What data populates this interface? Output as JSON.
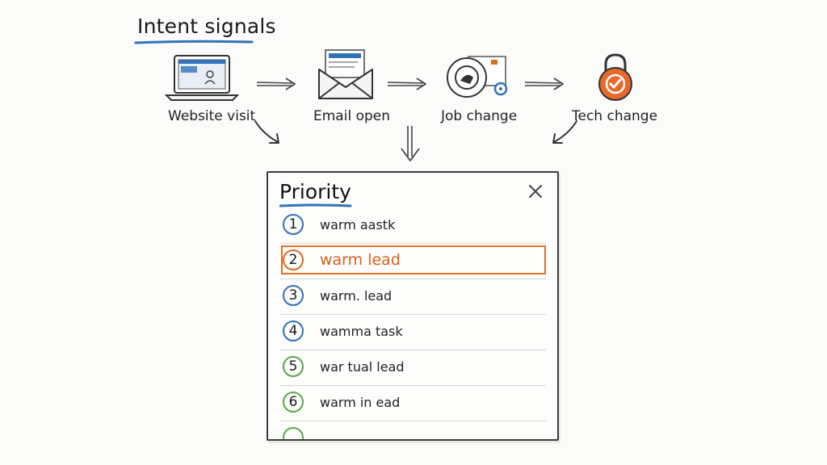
{
  "header": {
    "title": "Intent signals"
  },
  "signals": [
    {
      "label": "Website visit",
      "icon": "laptop-icon"
    },
    {
      "label": "Email open",
      "icon": "envelope-icon"
    },
    {
      "label": "Job change",
      "icon": "profile-badge-icon"
    },
    {
      "label": "Tech change",
      "icon": "padlock-check-icon"
    }
  ],
  "panel": {
    "title": "Priority",
    "close_icon": "close-icon",
    "items": [
      {
        "number": "1",
        "label": "warm aastk",
        "ring": "blue",
        "highlighted": false
      },
      {
        "number": "2",
        "label": "warm lead",
        "ring": "orange",
        "highlighted": true
      },
      {
        "number": "3",
        "label": "warm. lead",
        "ring": "blue",
        "highlighted": false
      },
      {
        "number": "4",
        "label": "wamma task",
        "ring": "blue",
        "highlighted": false
      },
      {
        "number": "5",
        "label": "war tual lead",
        "ring": "green",
        "highlighted": false
      },
      {
        "number": "6",
        "label": "warm in ead",
        "ring": "green",
        "highlighted": false
      }
    ]
  },
  "colors": {
    "accent_blue": "#2f72b8",
    "accent_orange": "#e06a1c",
    "accent_green": "#5aa84a"
  }
}
